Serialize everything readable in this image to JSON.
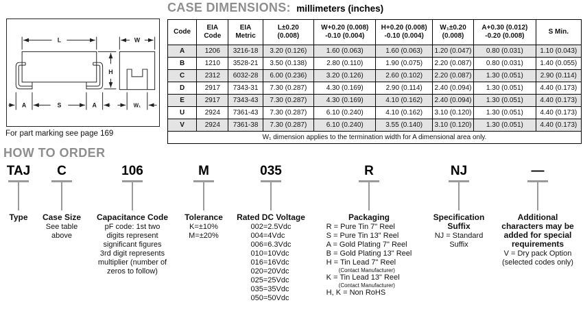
{
  "header": {
    "title": "CASE DIMENSIONS:",
    "subtitle": "millimeters (inches)"
  },
  "diagram": {
    "labels": {
      "L": "L",
      "W": "W",
      "H": "H",
      "A_left": "A",
      "S": "S",
      "A_right": "A",
      "W1": "W₁"
    },
    "note": "For part marking see page 169"
  },
  "case_table": {
    "headers": [
      [
        "Code"
      ],
      [
        "EIA",
        "Code"
      ],
      [
        "EIA",
        "Metric"
      ],
      [
        "L±0.20",
        "(0.008)"
      ],
      [
        "W+0.20 (0.008)",
        "-0.10 (0.004)"
      ],
      [
        "H+0.20 (0.008)",
        "-0.10 (0.004)"
      ],
      [
        "W₁±0.20",
        "(0.008)"
      ],
      [
        "A+0.30 (0.012)",
        "-0.20 (0.008)"
      ],
      [
        "S Min."
      ]
    ],
    "rows": [
      [
        "A",
        "1206",
        "3216-18",
        "3.20 (0.126)",
        "1.60 (0.063)",
        "1.60 (0.063)",
        "1.20 (0.047)",
        "0.80 (0.031)",
        "1.10 (0.043)"
      ],
      [
        "B",
        "1210",
        "3528-21",
        "3.50 (0.138)",
        "2.80 (0.110)",
        "1.90 (0.075)",
        "2.20 (0.087)",
        "0.80 (0.031)",
        "1.40 (0.055)"
      ],
      [
        "C",
        "2312",
        "6032-28",
        "6.00 (0.236)",
        "3.20 (0.126)",
        "2.60 (0.102)",
        "2.20 (0.087)",
        "1.30 (0.051)",
        "2.90 (0.114)"
      ],
      [
        "D",
        "2917",
        "7343-31",
        "7.30 (0.287)",
        "4.30 (0.169)",
        "2.90 (0.114)",
        "2.40 (0.094)",
        "1.30 (0.051)",
        "4.40 (0.173)"
      ],
      [
        "E",
        "2917",
        "7343-43",
        "7.30 (0.287)",
        "4.30 (0.169)",
        "4.10 (0.162)",
        "2.40 (0.094)",
        "1.30 (0.051)",
        "4.40 (0.173)"
      ],
      [
        "U",
        "2924",
        "7361-43",
        "7.30 (0.287)",
        "6.10 (0.240)",
        "4.10 (0.162)",
        "3.10 (0.120)",
        "1.30 (0.051)",
        "4.40 (0.173)"
      ],
      [
        "V",
        "2924",
        "7361-38",
        "7.30 (0.287)",
        "6.10 (0.240)",
        "3.55 (0.140)",
        "3.10 (0.120)",
        "1.30 (0.051)",
        "4.40 (0.173)"
      ]
    ],
    "footnote": "W₁ dimension applies to the termination width for A dimensional area only."
  },
  "how_to_order": {
    "title": "HOW TO ORDER",
    "columns": [
      {
        "code": "TAJ",
        "label_lines": [
          "Type"
        ],
        "lines": []
      },
      {
        "code": "C",
        "label_lines": [
          "Case Size"
        ],
        "lines": [
          "See table",
          "above"
        ]
      },
      {
        "code": "106",
        "label_lines": [
          "Capacitance Code"
        ],
        "lines": [
          "pF code: 1st two",
          "digits represent",
          "significant figures",
          "3rd digit represents",
          "multiplier (number of",
          "zeros to follow)"
        ]
      },
      {
        "code": "M",
        "label_lines": [
          "Tolerance"
        ],
        "lines": [
          "K=±10%",
          "M=±20%"
        ]
      },
      {
        "code": "035",
        "label_lines": [
          "Rated DC Voltage"
        ],
        "align": "left",
        "lines": [
          "002=2.5Vdc",
          "004=4Vdc",
          "006=6.3Vdc",
          "010=10Vdc",
          "016=16Vdc",
          "020=20Vdc",
          "025=25Vdc",
          "035=35Vdc",
          "050=50Vdc"
        ]
      },
      {
        "code": "R",
        "label_lines": [
          "Packaging"
        ],
        "align": "left",
        "lines": [
          "R = Pure Tin 7\" Reel",
          "S = Pure Tin 13\" Reel",
          "A = Gold Plating 7\" Reel",
          "B = Gold Plating 13\" Reel",
          "H = Tin Lead 7\" Reel",
          {
            "sub": "(Contact Manufacturer)"
          },
          "K = Tin Lead 13\" Reel",
          {
            "sub": "(Contact Manufacturer)"
          },
          "H, K = Non RoHS"
        ]
      },
      {
        "code": "NJ",
        "label_lines": [
          "Specification",
          "Suffix"
        ],
        "lines": [
          "NJ = Standard",
          "Suffix"
        ]
      },
      {
        "code": "—",
        "label_lines": [
          "Additional",
          "characters may be",
          "added for special",
          "requirements"
        ],
        "lines": [
          "V = Dry pack Option",
          "(selected codes only)"
        ]
      }
    ]
  },
  "colors": {
    "heading_gray": "#8e8e8e",
    "row_shade": "#e4e4e4",
    "connector_gray": "#9a9a9a",
    "line_black": "#222222"
  }
}
